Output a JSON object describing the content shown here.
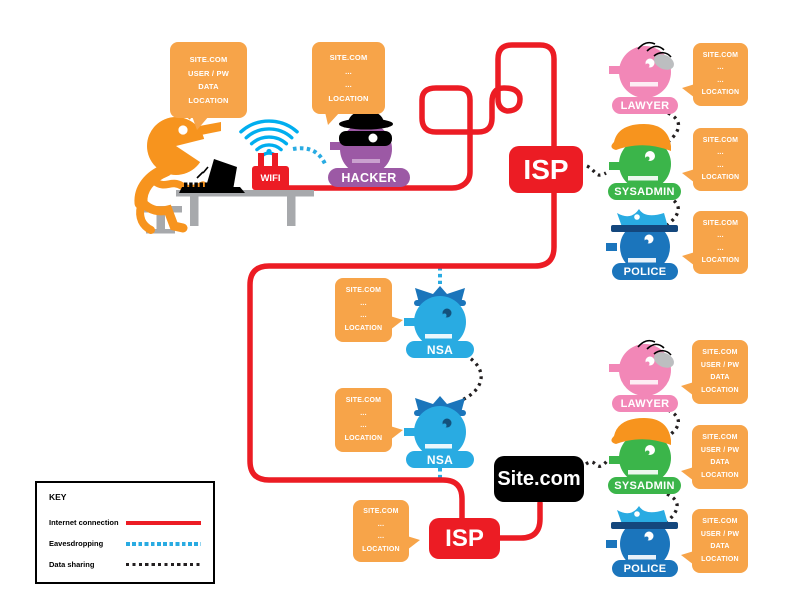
{
  "labels": {
    "hacker": "HACKER",
    "wifi": "WIFI",
    "isp": "ISP",
    "site": "Site.com",
    "nsa": "NSA",
    "lawyer": "LAWYER",
    "sysadmin": "SYSADMIN",
    "police": "POLICE"
  },
  "bubbles": {
    "full": [
      "SITE.COM",
      "USER / PW",
      "DATA",
      "LOCATION"
    ],
    "short": [
      "SITE.COM",
      "...",
      "...",
      "LOCATION"
    ]
  },
  "key": {
    "title": "KEY",
    "internet": "Internet connection",
    "eavesdropping": "Eavesdropping",
    "data_sharing": "Data sharing"
  },
  "colors": {
    "internet_connection": "#EC1C24",
    "eavesdropping": "#29ABE2",
    "data_sharing": "#231F20",
    "bubble_orange": "#F7A449",
    "person_orange": "#F7941E",
    "hacker_purple": "#9C59A5",
    "lawyer_pink": "#F287B7",
    "sysadmin_green": "#3BB54A",
    "police_blue": "#1B75BC",
    "nsa_blue": "#29ABE2",
    "site_black": "#000000",
    "desk_gray": "#A7A9AC"
  }
}
